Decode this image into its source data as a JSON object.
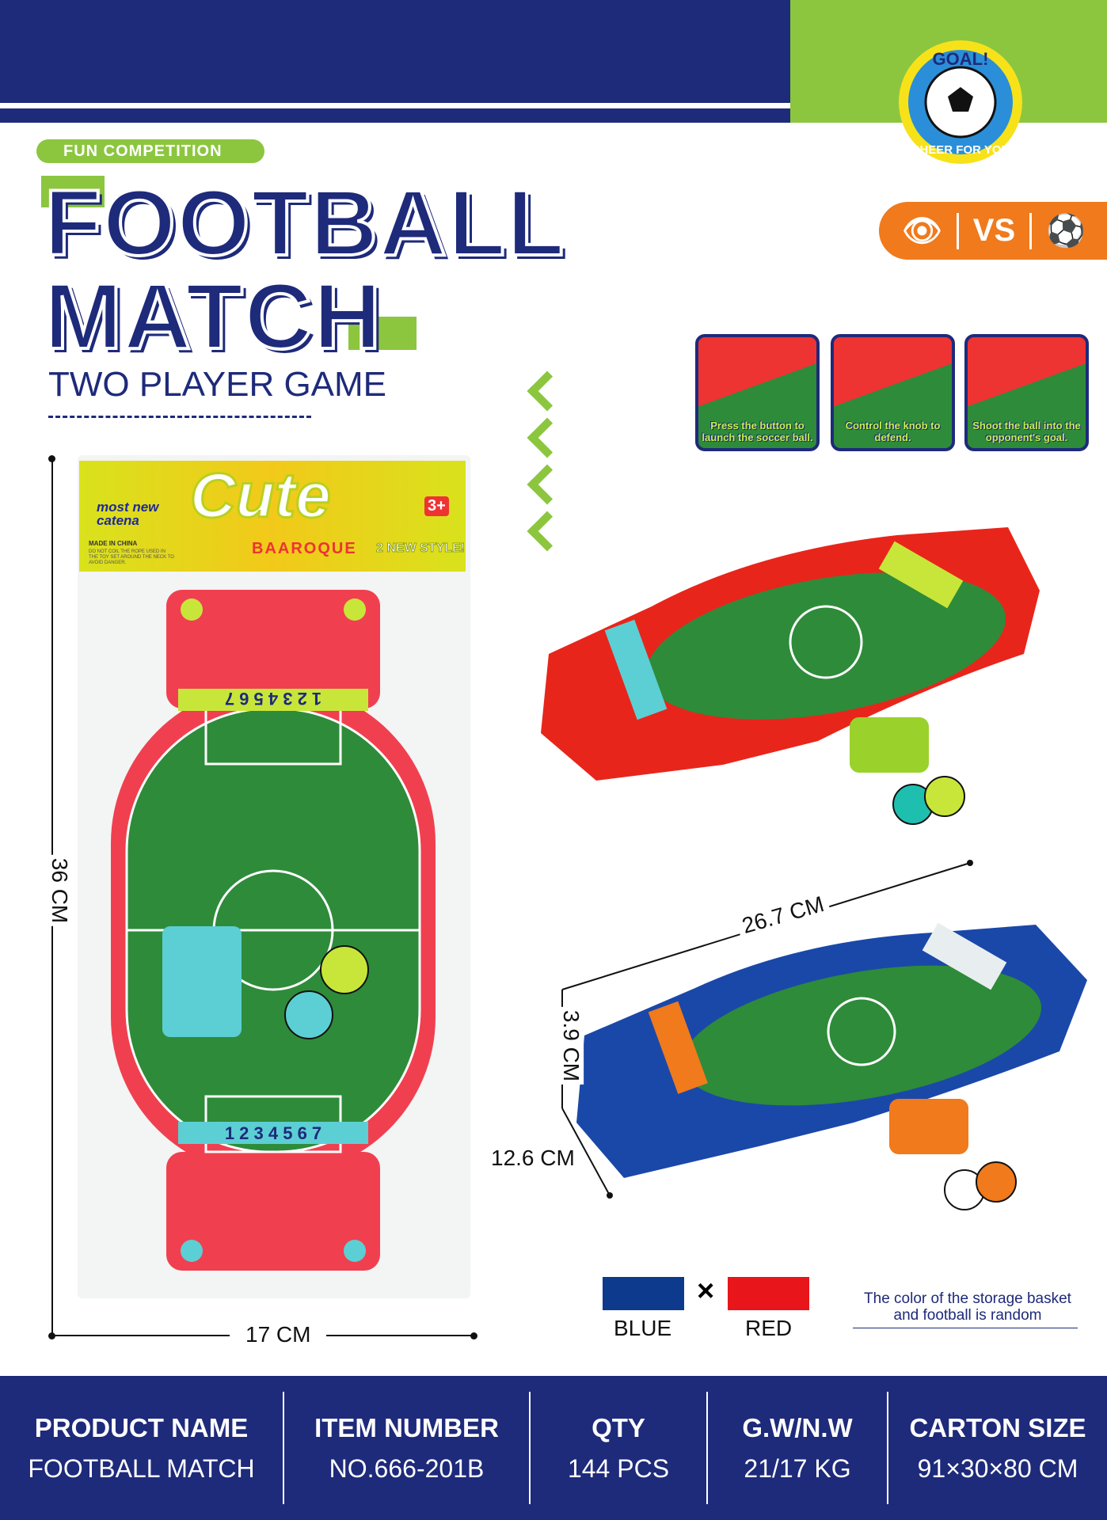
{
  "brand_logo": {
    "top_text": "GOAL!",
    "bottom_text": "CHEER FOR YOU"
  },
  "badge": "FUN COMPETITION",
  "title_line1": "FOOTBALL",
  "title_line2": "MATCH",
  "subtitle": "TWO PLAYER GAME",
  "feature_icons": [
    "eye-icon",
    "vs-icon",
    "soccer-ball-icon"
  ],
  "feature_vs": "VS",
  "steps": [
    {
      "caption": "Press the button to launch the soccer ball."
    },
    {
      "caption": "Control the knob to defend."
    },
    {
      "caption": "Shoot the ball into the opponent's goal."
    }
  ],
  "package": {
    "header_logo": "Cute",
    "brand": "BAAROQUE",
    "tagline": "most new catena",
    "style": "2 NEW STYLE!",
    "age": "3+",
    "made_in": "MADE IN CHINA",
    "warning": "DO NOT COIL THE ROPE USED IN THE TOY SET AROUND THE NECK TO AVOID DANGER.",
    "scoreboard": "1 2 3 4 5 6 7"
  },
  "dimensions": {
    "package_height": "36 CM",
    "package_width": "17 CM",
    "length": "26.7 CM",
    "height": "3.9 CM",
    "width": "12.6 CM"
  },
  "colors": {
    "options": [
      {
        "label": "BLUE",
        "hex": "#0d3a8c"
      },
      {
        "label": "RED",
        "hex": "#e8151b"
      }
    ],
    "separator": "×",
    "note": "The color of the storage basket and football is random"
  },
  "specs": [
    {
      "label": "PRODUCT NAME",
      "value": "FOOTBALL MATCH"
    },
    {
      "label": "ITEM NUMBER",
      "value": "NO.666-201B"
    },
    {
      "label": "QTY",
      "value": "144 PCS"
    },
    {
      "label": "G.W/N.W",
      "value": "21/17 KG"
    },
    {
      "label": "CARTON SIZE",
      "value": "91×30×80 CM"
    }
  ],
  "theme": {
    "navy": "#1e2a7a",
    "green": "#8cc63f",
    "orange": "#f07a1c"
  }
}
